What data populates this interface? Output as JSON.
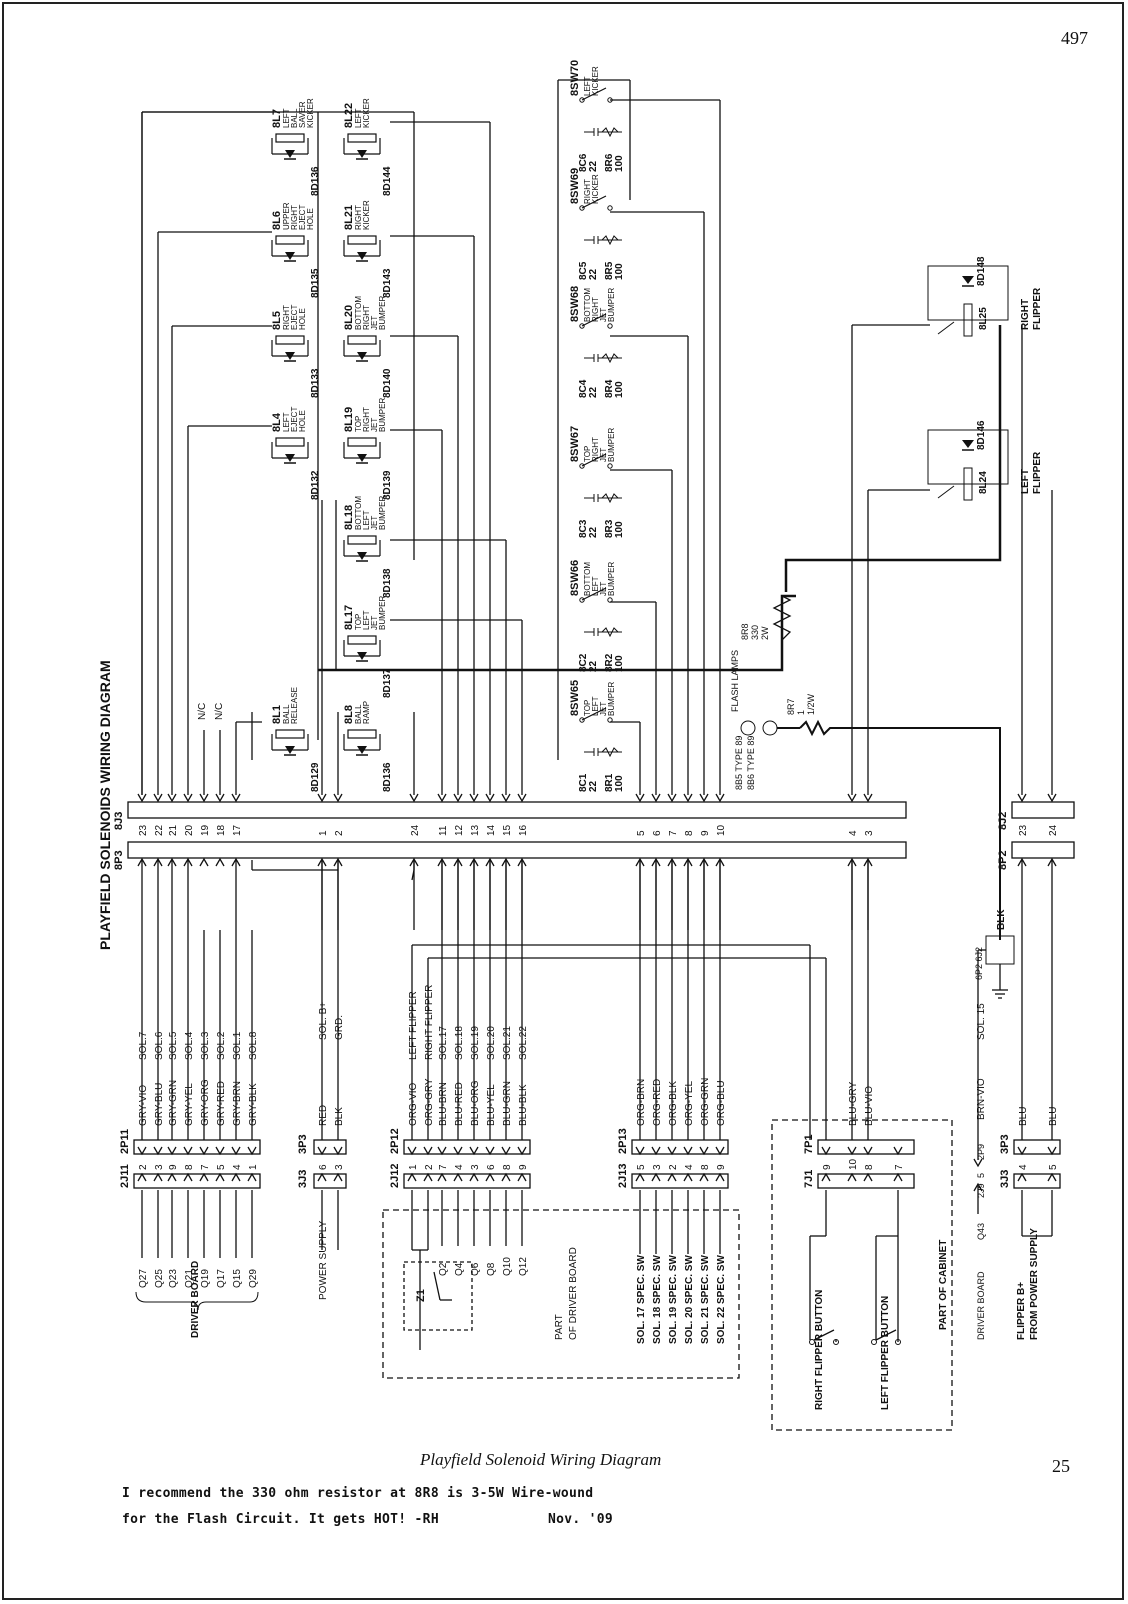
{
  "page_number_top": "497",
  "page_number_bottom": "25",
  "diagram_title": "PLAYFIELD SOLENOIDS WIRING DIAGRAM",
  "caption": "Playfield Solenoid Wiring Diagram",
  "note_line1": "I recommend the 330 ohm resistor at 8R8 is 3-5W Wire-wound",
  "note_line2": "for the Flash Circuit.  It gets HOT! -RH",
  "note_date": "Nov. '09",
  "connectors": {
    "j3_label": "8J3",
    "p3_label": "8P3",
    "j2_label": "8J2",
    "p2_label": "8P2",
    "j3_pins": [
      "23",
      "22",
      "21",
      "20",
      "19",
      "18",
      "17",
      "1",
      "2",
      "24",
      "11",
      "12",
      "13",
      "14",
      "15",
      "16",
      "5",
      "6",
      "7",
      "8",
      "9",
      "10",
      "4",
      "3"
    ],
    "j2_pins": [
      "23",
      "24"
    ]
  },
  "no_connect": [
    "N/C",
    "N/C"
  ],
  "solenoid_coils": [
    {
      "coil": "8L7",
      "desc": "LEFT BALL SAVER KICKER",
      "diode": "8D136"
    },
    {
      "coil": "8L22",
      "desc": "LEFT KICKER",
      "diode": "8D144"
    },
    {
      "coil": "8L6",
      "desc": "UPPER RIGHT EJECT HOLE",
      "diode": "8D135"
    },
    {
      "coil": "8L21",
      "desc": "RIGHT KICKER",
      "diode": "8D143"
    },
    {
      "coil": "8L5",
      "desc": "RIGHT EJECT HOLE",
      "diode": "8D133"
    },
    {
      "coil": "8L20",
      "desc": "BOTTOM RIGHT JET BUMPER",
      "diode": "8D140"
    },
    {
      "coil": "8L4",
      "desc": "LEFT EJECT HOLE",
      "diode": "8D132"
    },
    {
      "coil": "8L19",
      "desc": "TOP RIGHT JET BUMPER",
      "diode": "8D139"
    },
    {
      "coil": "8L18",
      "desc": "BOTTOM LEFT JET BUMPER",
      "diode": "8D138"
    },
    {
      "coil": "8L17",
      "desc": "TOP LEFT JET BUMPER",
      "diode": "8D137"
    },
    {
      "coil": "8L1",
      "desc": "BALL RELEASE",
      "diode": "8D129"
    },
    {
      "coil": "8L8",
      "desc": "BALL RAMP",
      "diode": "8D136"
    }
  ],
  "switches": [
    {
      "sw": "8SW70",
      "desc": "LEFT KICKER",
      "cap": "8C6 22",
      "res": "8R6 100"
    },
    {
      "sw": "8SW69",
      "desc": "RIGHT KICKER",
      "cap": "8C5 22",
      "res": "8R5 100"
    },
    {
      "sw": "8SW68",
      "desc": "BOTTOM RIGHT JET BUMPER",
      "cap": "8C4 22",
      "res": "8R4 100"
    },
    {
      "sw": "8SW67",
      "desc": "TOP RIGHT JET BUMPER",
      "cap": "8C3 22",
      "res": "8R3 100"
    },
    {
      "sw": "8SW66",
      "desc": "BOTTOM LEFT JET BUMPER",
      "cap": "8C2 22",
      "res": "8R2 100"
    },
    {
      "sw": "8SW65",
      "desc": "TOP LEFT JET BUMPER",
      "cap": "8C1 22",
      "res": "8R1 100"
    }
  ],
  "flippers": [
    {
      "coil": "8L25",
      "desc": "RIGHT FLIPPER",
      "diode": "8D148"
    },
    {
      "coil": "8L24",
      "desc": "LEFT FLIPPER",
      "diode": "8D146"
    }
  ],
  "flash": {
    "r8": "8R8 330 2W",
    "r7": "8R7 1 1/2W",
    "label": "FLASH LAMPS",
    "lamps": "8B5 TYPE 89  8B6 TYPE 89"
  },
  "group1": {
    "wires": [
      "GRY-VIO",
      "GRY-BLU",
      "GRY-GRN",
      "GRY-YEL",
      "GRY-ORG",
      "GRY-RED",
      "GRY-BRN",
      "GRY-BLK"
    ],
    "sols": [
      "SOL.7",
      "SOL.6",
      "SOL.5",
      "SOL.4",
      "SOL.3",
      "SOL.2",
      "SOL.1",
      "SOL.8"
    ],
    "pins": [
      "2",
      "3",
      "9",
      "8",
      "7",
      "5",
      "4",
      "1"
    ],
    "q": [
      "Q27",
      "Q25",
      "Q23",
      "Q21",
      "Q19",
      "Q17",
      "Q15",
      "Q29"
    ],
    "plug": "2P11",
    "jack": "2J11",
    "board": "DRIVER BOARD"
  },
  "group2": {
    "wires": [
      "RED",
      "BLK"
    ],
    "sols": [
      "SOL. B+",
      "GRD."
    ],
    "pins": [
      "6",
      "3"
    ],
    "plug": "3P3",
    "jack": "3J3",
    "label": "POWER SUPPLY"
  },
  "group3": {
    "wires": [
      "ORG-VIO",
      "ORG-GRY",
      "BLU-BRN",
      "BLU-RED",
      "BLU-ORG",
      "BLU-YEL",
      "BLU-GRN",
      "BLU-BLK"
    ],
    "sols": [
      "LEFT FLIPPER",
      "RIGHT FLIPPER",
      "SOL.17",
      "SOL.18",
      "SOL.19",
      "SOL.20",
      "SOL.21",
      "SOL.22"
    ],
    "pins": [
      "1",
      "2",
      "7",
      "4",
      "3",
      "6",
      "8",
      "9"
    ],
    "q": [
      "Q2",
      "Q4",
      "Q6",
      "Q8",
      "Q10",
      "Q12"
    ],
    "plug": "2P12",
    "jack": "2J12",
    "z": "Z1",
    "part_label": "PART OF DRIVER BOARD"
  },
  "group4": {
    "wires": [
      "ORG-BRN",
      "ORG-RED",
      "ORG-BLK",
      "ORG-YEL",
      "ORG-GRN",
      "ORG-BLU"
    ],
    "pins": [
      "5",
      "3",
      "2",
      "4",
      "8",
      "9"
    ],
    "spec": [
      "SOL. 17 SPEC. SW",
      "SOL. 18 SPEC. SW",
      "SOL. 19 SPEC. SW",
      "SOL. 20 SPEC. SW",
      "SOL. 21 SPEC. SW",
      "SOL. 22 SPEC. SW"
    ],
    "plug": "2P13",
    "jack": "2J13"
  },
  "group5": {
    "wires": [
      "BLU-GRY",
      "BLU-VIO"
    ],
    "pins": [
      "9",
      "10",
      "8",
      "7"
    ],
    "plug": "7P1",
    "jack": "7J1",
    "buttons": [
      "RIGHT FLIPPER BUTTON",
      "LEFT FLIPPER BUTTON"
    ],
    "part_label": "PART OF CABINET"
  },
  "group6": {
    "labels": [
      "SOL. 15",
      "BRN-VIO",
      "2P9",
      "2J9",
      "Q43",
      "DRIVER BOARD"
    ],
    "pin": "5",
    "conn": "6P2 6J2",
    "blk": "BLK"
  },
  "group7": {
    "wires": [
      "BLU",
      "BLU"
    ],
    "pins": [
      "4",
      "5"
    ],
    "plug": "3P3",
    "jack": "3J3",
    "label": "FLIPPER B+ FROM POWER SUPPLY"
  }
}
